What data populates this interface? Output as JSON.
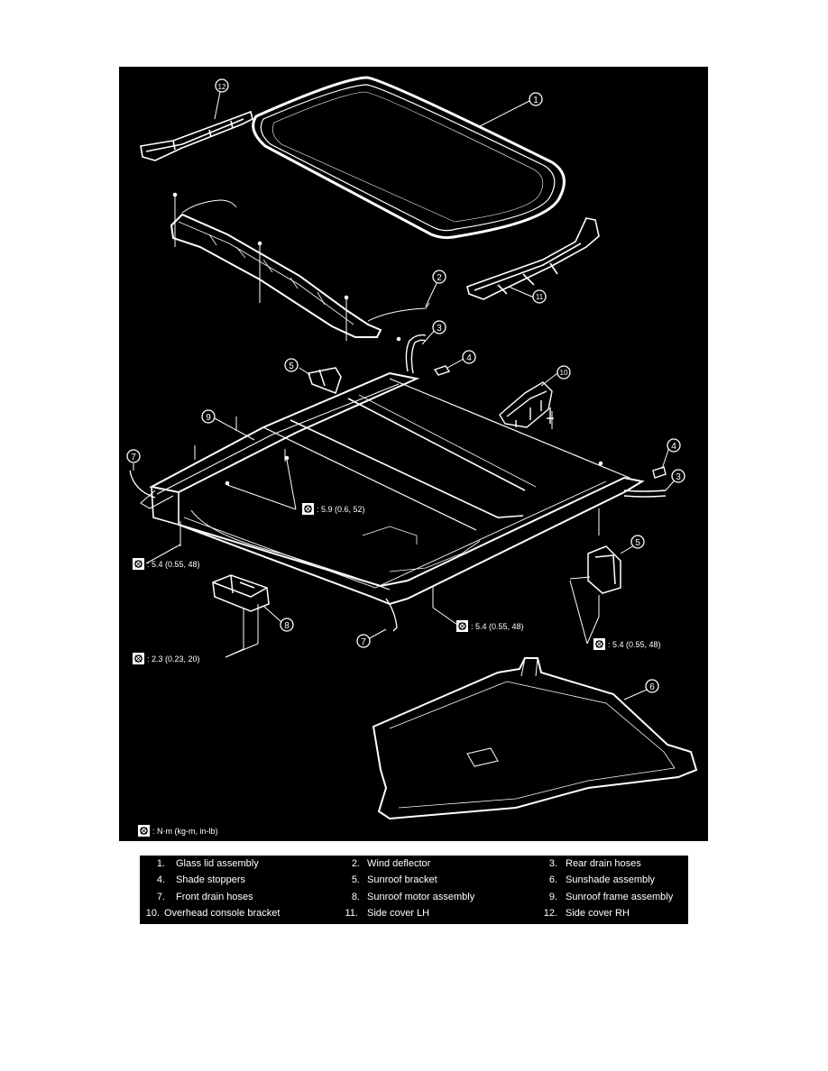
{
  "diagram": {
    "callouts": {
      "c1": "1",
      "c2": "2",
      "c3a": "3",
      "c3b": "3",
      "c4a": "4",
      "c4b": "4",
      "c5a": "5",
      "c5b": "5",
      "c6": "6",
      "c7a": "7",
      "c7b": "7",
      "c8": "8",
      "c9": "9",
      "c10": "10",
      "c11": "11",
      "c12": "12"
    },
    "torque_specs": {
      "t1": ": 5.9 (0.6, 52)",
      "t2": ": 5.4 (0.55, 48)",
      "t3": ": 5.4 (0.55, 48)",
      "t4": ": 5.4 (0.55, 48)",
      "t5": ": 2.3 (0.23, 20)"
    },
    "units_legend": ": N·m (kg-m, in-lb)"
  },
  "legend": {
    "items": [
      {
        "num": "1.",
        "name": "Glass lid assembly"
      },
      {
        "num": "2.",
        "name": "Wind deflector"
      },
      {
        "num": "3.",
        "name": "Rear drain hoses"
      },
      {
        "num": "4.",
        "name": "Shade stoppers"
      },
      {
        "num": "5.",
        "name": "Sunroof bracket"
      },
      {
        "num": "6.",
        "name": "Sunshade assembly"
      },
      {
        "num": "7.",
        "name": "Front drain hoses"
      },
      {
        "num": "8.",
        "name": "Sunroof motor assembly"
      },
      {
        "num": "9.",
        "name": "Sunroof frame assembly"
      },
      {
        "num": "10.",
        "name": "Overhead console bracket"
      },
      {
        "num": "11.",
        "name": "Side cover LH"
      },
      {
        "num": "12.",
        "name": "Side cover RH"
      }
    ]
  }
}
